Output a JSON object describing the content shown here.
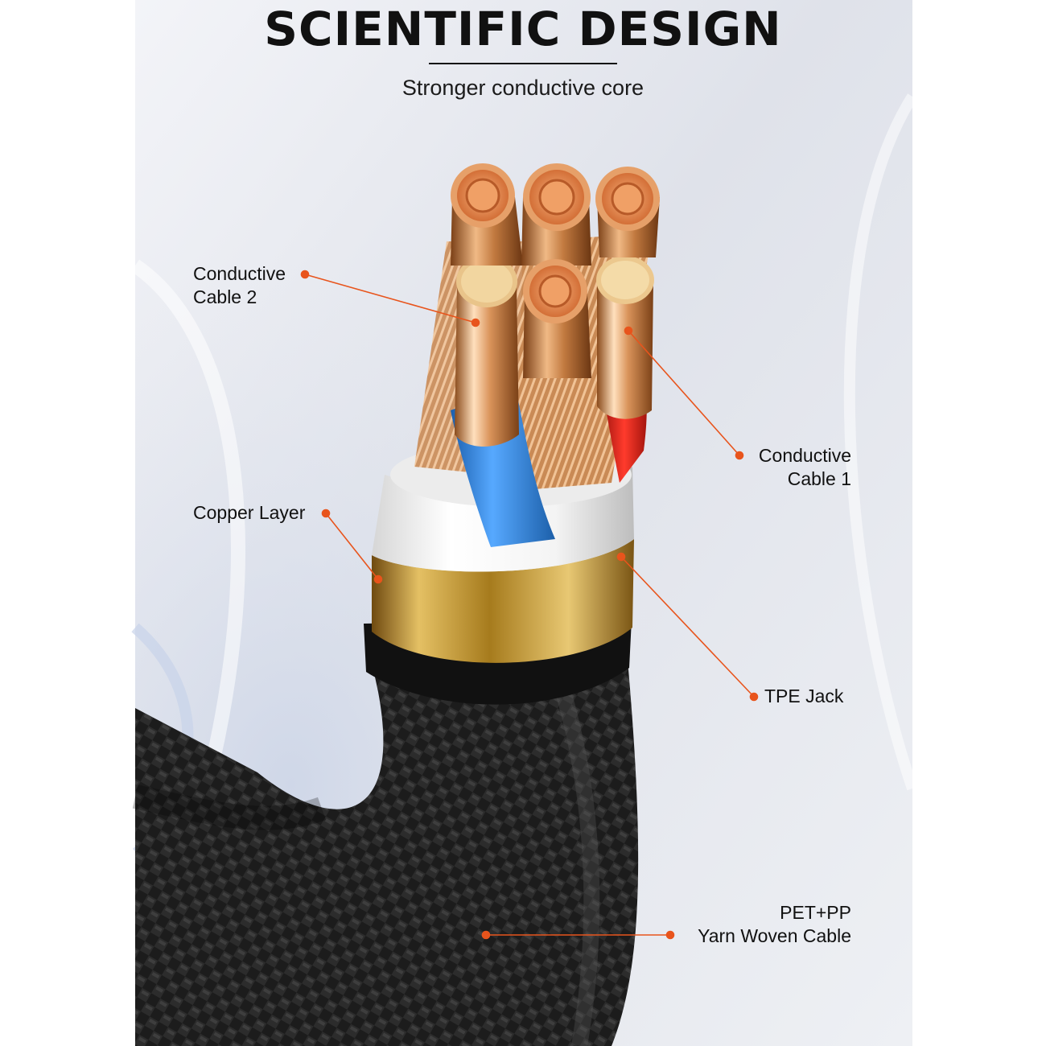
{
  "header": {
    "title": "SCIENTIFIC DESIGN",
    "subtitle": "Stronger conductive core"
  },
  "callouts": {
    "conductive_cable_2": [
      "Conductive",
      "Cable 2"
    ],
    "conductive_cable_1": [
      "Conductive",
      "Cable 1"
    ],
    "copper_layer": "Copper Layer",
    "tpe_jack": "TPE Jack",
    "woven_cable": [
      "PET+PP",
      "Yarn Woven Cable"
    ]
  },
  "colors": {
    "accent": "#e8541c",
    "panel_background": "#e6e9f0",
    "page_background": "#ffffff",
    "copper": "#d99a62",
    "gold_band": "#c89a2e",
    "braid": "#1a1a1a",
    "blue_insulation": "#2f86d8",
    "red_insulation": "#e0261c"
  }
}
